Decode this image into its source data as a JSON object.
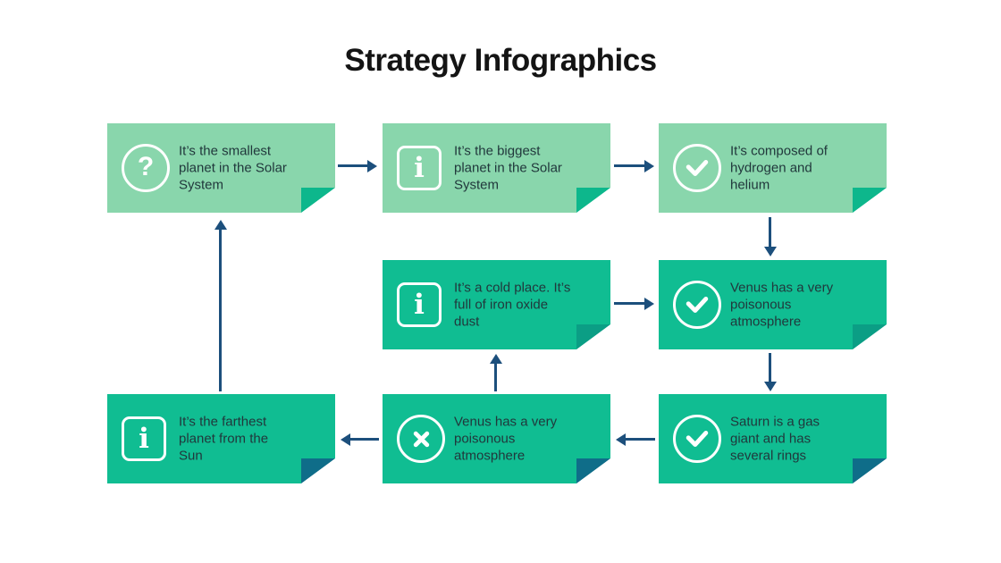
{
  "title": "Strategy Infographics",
  "glyphs": {
    "question": "?",
    "info": "ℹ"
  },
  "colors": {
    "background": "#ffffff",
    "light_green_card": "#89d6ac",
    "teal_card": "#10bd92",
    "fold_row1": "#0db78c",
    "fold_row2": "#0b9e85",
    "fold_row3": "#0f6d89",
    "arrow_navy": "#1c4f7c",
    "icon_stroke": "#ffffff",
    "card_text": "#21383c",
    "title_text": "#141414"
  },
  "cards": [
    {
      "icon": "question-circle-icon",
      "text": "It’s the smallest\nplanet in the Solar\nSystem"
    },
    {
      "icon": "info-square-icon",
      "text": "It’s the biggest\nplanet in the Solar\nSystem"
    },
    {
      "icon": "check-circle-icon",
      "text": "It’s composed of\nhydrogen and\nhelium"
    },
    {
      "icon": "info-square-icon",
      "text": "It’s a cold place. It’s\nfull of iron oxide\ndust"
    },
    {
      "icon": "check-circle-icon",
      "text": "Venus has a very\npoisonous\natmosphere"
    },
    {
      "icon": "info-square-icon",
      "text": "It’s the farthest\nplanet from the\nSun"
    },
    {
      "icon": "x-circle-icon",
      "text": "Venus has a very\npoisonous\natmosphere"
    },
    {
      "icon": "check-circle-icon",
      "text": "Saturn is a gas\ngiant and has\nseveral rings"
    }
  ],
  "flow": [
    {
      "from": 1,
      "to": 2,
      "direction": "right"
    },
    {
      "from": 2,
      "to": 3,
      "direction": "right"
    },
    {
      "from": 3,
      "to": 5,
      "direction": "down"
    },
    {
      "from": 4,
      "to": 5,
      "direction": "right"
    },
    {
      "from": 5,
      "to": 8,
      "direction": "down"
    },
    {
      "from": 8,
      "to": 7,
      "direction": "left"
    },
    {
      "from": 7,
      "to": 4,
      "direction": "up"
    },
    {
      "from": 7,
      "to": 6,
      "direction": "left"
    },
    {
      "from": 6,
      "to": 1,
      "direction": "up"
    }
  ]
}
